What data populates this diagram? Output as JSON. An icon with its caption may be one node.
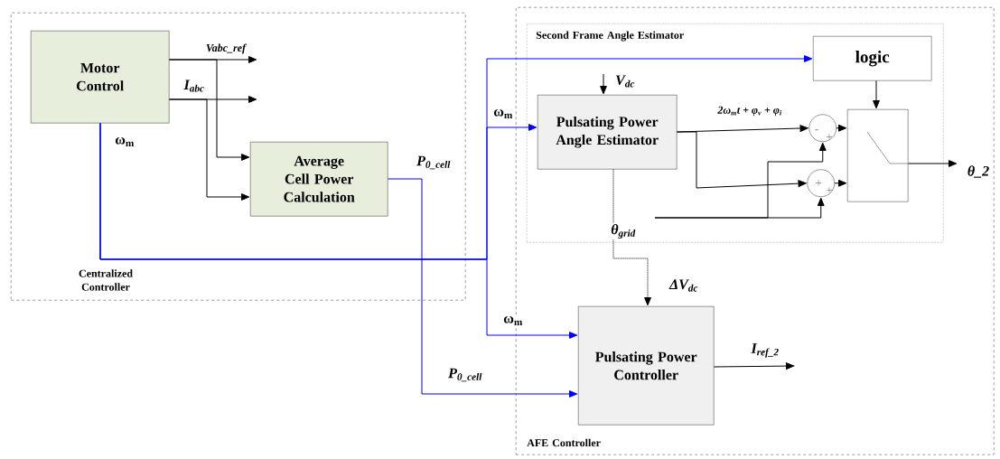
{
  "diagram": {
    "nodes": [
      {
        "text": [
          "Centralized Controller"
        ]
      },
      {
        "text": [
          "Motor Control"
        ],
        "in": 0,
        "beside": [
          "ω$_{m}$"
        ]
      },
      {
        "text": [
          "Average Cell Power Calculation"
        ],
        "in": 0,
        "beside": [
          "P$_{0_cell}$"
        ]
      },
      {
        "text": [
          "AFE Controller"
        ]
      },
      {
        "text": [
          "Second Frame Angle Estimator"
        ],
        "in": 3
      },
      {
        "text": [
          "logic"
        ],
        "in": 4
      },
      {
        "text": [
          "Pulsating Power Angle Estimator"
        ],
        "in": 4
      },
      {
        "text": [],
        "shape": "circle",
        "in": 4
      },
      {
        "text": [],
        "shape": "circle",
        "in": 4
      },
      {
        "text": [],
        "shape": "box",
        "in": 4
      },
      {
        "text": [
          "Pulsating Power Controller"
        ],
        "in": 3
      }
    ],
    "edges": [
      {
        "from": 1,
        "to": null,
        "arrow": "to",
        "label": "Vabc_ref"
      },
      {
        "from": 1,
        "to": null,
        "arrow": "to",
        "label": "I$_{abc}$"
      },
      {
        "from": 1,
        "to": 2,
        "arrow": "to"
      },
      {
        "from": 1,
        "to": 2,
        "arrow": "to"
      },
      {
        "from": 1,
        "to": 5,
        "arrow": "to",
        "color": "#0000ff"
      },
      {
        "from": 1,
        "to": 6,
        "arrow": "to",
        "color": "#0000ff",
        "label": "ω$_{m}$"
      },
      {
        "from": 1,
        "to": 10,
        "arrow": "to",
        "color": "#0000ff",
        "label": "ω$_{m}$"
      },
      {
        "from": 2,
        "to": 10,
        "arrow": "to",
        "color": "#0000ff",
        "label": "P$_{0_cell}$"
      },
      {
        "from": null,
        "to": 6,
        "arrow": "to",
        "label": "V$_{dc}$"
      },
      {
        "from": 6,
        "to": 7,
        "arrow": "to",
        "label": "2ω$_{m}$t + φ$_{v}$ + φ$_{i}$"
      },
      {
        "from": 6,
        "to": 8,
        "arrow": "to"
      },
      {
        "from": null,
        "to": 7,
        "arrow": "to",
        "label": "θ$_{grid}$"
      },
      {
        "from": null,
        "to": 8,
        "arrow": "to"
      },
      {
        "from": 7,
        "to": 9,
        "arrow": "to"
      },
      {
        "from": 8,
        "to": 9,
        "arrow": "to"
      },
      {
        "from": 5,
        "to": 9,
        "arrow": "to"
      },
      {
        "from": 9,
        "to": null,
        "arrow": "to",
        "label": "θ_2"
      },
      {
        "from": 6,
        "to": 10,
        "arrow": "to",
        "style": "dashed",
        "label": "ΔV$_{dc}$"
      },
      {
        "from": 10,
        "to": null,
        "arrow": "to",
        "label": "I$_{ref_2}$"
      }
    ],
    "labels": [
      "-",
      "+",
      "+",
      "+"
    ]
  }
}
